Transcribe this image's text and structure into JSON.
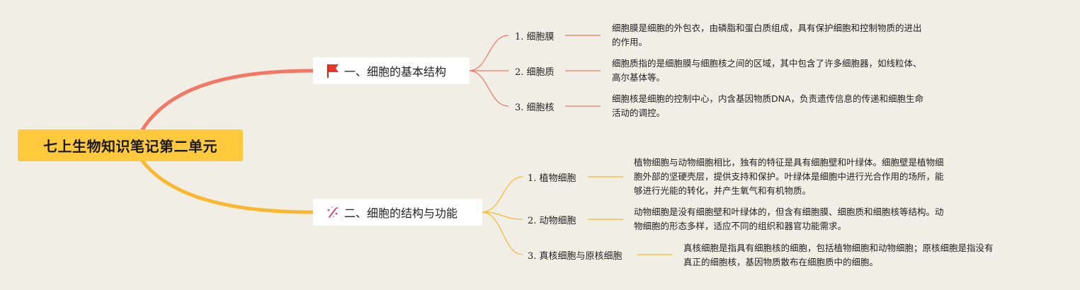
{
  "root": {
    "title": "七上生物知识笔记第二单元"
  },
  "colors": {
    "background": "#f1eee6",
    "root_fill": "#ffc93d",
    "branch1_line": "#f47763",
    "branch2_line": "#fbb82e"
  },
  "branches": [
    {
      "title": "一、细胞的基本结构",
      "icon": "red-flag-icon",
      "children": [
        {
          "label": "1. 细胞膜",
          "desc": [
            "细胞膜是细胞的外包衣，由磷脂和蛋白质组成，具有保护细胞和控制物质的进出",
            "的作用。"
          ]
        },
        {
          "label": "2. 细胞质",
          "desc": [
            "细胞质指的是细胞膜与细胞核之间的区域，其中包含了许多细胞器，如线粒体、",
            "高尔基体等。"
          ]
        },
        {
          "label": "3. 细胞核",
          "desc": [
            "细胞核是细胞的控制中心，内含基因物质DNA，负责遗传信息的传递和细胞生命",
            "活动的调控。"
          ]
        }
      ]
    },
    {
      "title": "二、细胞的结构与功能",
      "icon": "sparkle-icon",
      "children": [
        {
          "label": "1. 植物细胞",
          "desc": [
            "植物细胞与动物细胞相比，独有的特征是具有细胞壁和叶绿体。细胞壁是植物细",
            "胞外部的坚硬壳层，提供支持和保护。叶绿体是细胞中进行光合作用的场所，能",
            "够进行光能的转化，并产生氧气和有机物质。"
          ]
        },
        {
          "label": "2. 动物细胞",
          "desc": [
            "动物细胞是没有细胞壁和叶绿体的，但含有细胞膜、细胞质和细胞核等结构。动",
            "物细胞的形态多样，适应不同的组织和器官功能需求。"
          ]
        },
        {
          "label": "3. 真核细胞与原核细胞",
          "desc": [
            "真核细胞是指具有细胞核的细胞，包括植物细胞和动物细胞；原核细胞是指没有",
            "真正的细胞核，基因物质散布在细胞质中的细胞。"
          ]
        }
      ]
    }
  ]
}
